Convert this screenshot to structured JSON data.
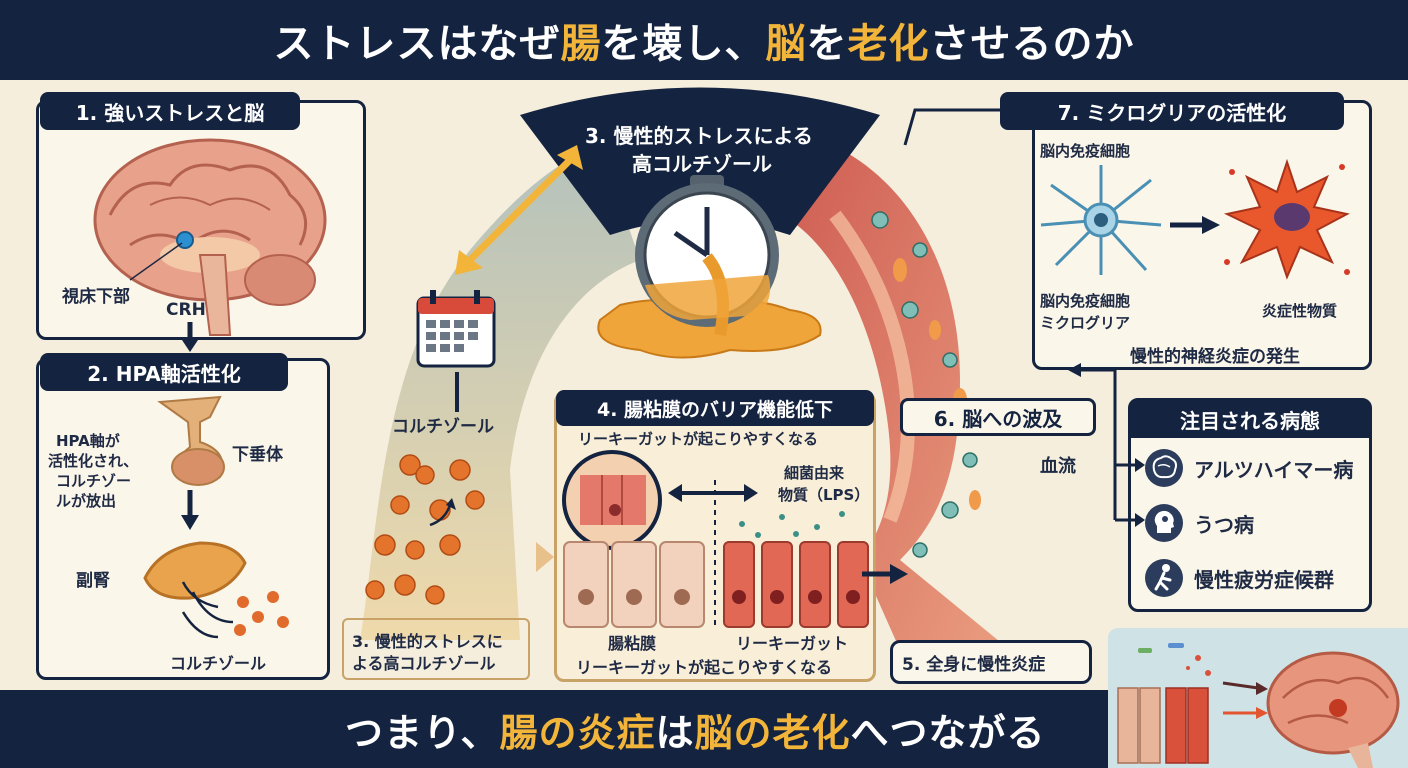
{
  "title": {
    "segments": [
      {
        "text": "ストレスはなぜ",
        "color": "white"
      },
      {
        "text": "腸",
        "color": "gold"
      },
      {
        "text": "を壊し、",
        "color": "white"
      },
      {
        "text": "脳",
        "color": "gold"
      },
      {
        "text": "を",
        "color": "white"
      },
      {
        "text": "老化",
        "color": "gold"
      },
      {
        "text": "させるのか",
        "color": "white"
      }
    ]
  },
  "panel1": {
    "title": "1. 強いストレスと脳",
    "hypothalamus": "視床下部",
    "crh": "CRH"
  },
  "panel2": {
    "title": "2. HPA軸活性化",
    "desc_line1": "HPA軸が",
    "desc_line2": "活性化され、",
    "desc_line3": "コルチゾー",
    "desc_line4": "ルが放出",
    "pituitary": "下垂体",
    "adrenal": "副腎",
    "cortisol": "コルチゾール"
  },
  "panel3": {
    "title_line1": "3. 慢性的ストレスによる",
    "title_line2": "高コルチゾール",
    "cortisol_label": "コルチゾール",
    "bottom_line1": "3. 慢性的ストレスに",
    "bottom_line2": "よる高コルチゾール"
  },
  "panel4": {
    "title": "4. 腸粘膜のバリア機能低下",
    "subtitle": "リーキーガットが起こりやすくなる",
    "bacteria_line1": "細菌由来",
    "bacteria_line2": "物質（LPS）",
    "mucosa": "腸粘膜",
    "leaky": "リーキーガット",
    "bottom": "リーキーガットが起こりやすくなる"
  },
  "panel5": {
    "label": "5. 全身に慢性炎症"
  },
  "panel6": {
    "title": "6. 脳への波及",
    "bloodflow": "血流"
  },
  "panel7": {
    "title": "7. ミクログリアの活性化",
    "immune_cell": "脳内免疫細胞",
    "immune_cell2_line1": "脳内免疫細胞",
    "immune_cell2_line2": "ミクログリア",
    "inflammatory": "炎症性物質",
    "conclusion": "慢性的神経炎症の発生"
  },
  "diseases": {
    "title": "注目される病態",
    "items": [
      {
        "label": "アルツハイマー病",
        "icon": "brain-icon"
      },
      {
        "label": "うつ病",
        "icon": "head-icon"
      },
      {
        "label": "慢性疲労症候群",
        "icon": "tired-person-icon"
      }
    ]
  },
  "footer": {
    "segments": [
      {
        "text": "つまり、",
        "color": "white"
      },
      {
        "text": "腸の炎症",
        "color": "gold"
      },
      {
        "text": "は",
        "color": "white"
      },
      {
        "text": "脳の老化",
        "color": "gold"
      },
      {
        "text": "へつながる",
        "color": "white"
      }
    ]
  },
  "colors": {
    "navy": "#14233f",
    "gold": "#f2b53a",
    "cream": "#f5eedd",
    "vessel_red": "#c8443b",
    "cortisol_orange": "#e8782f"
  }
}
